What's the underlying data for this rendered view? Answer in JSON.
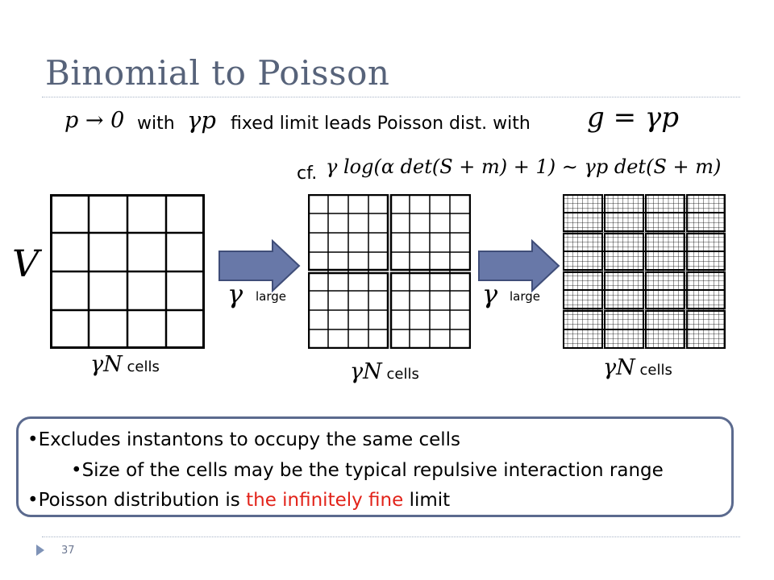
{
  "slide": {
    "title": "Binomial to Poisson",
    "page_number": "37"
  },
  "formula_line": {
    "math1": "p → 0",
    "with1": "with",
    "math2": "γp",
    "text": "fixed limit leads Poisson dist. with",
    "math3": "g = γp"
  },
  "cf_line": {
    "label": "cf.",
    "math": "γ log(α det(S + m) + 1) ∼ γp det(S + m)"
  },
  "figure": {
    "volume_symbol": "V",
    "gamma_symbol": "γ",
    "large_label": "large",
    "cells_math": "γN",
    "cells_word": "cells"
  },
  "bullets": {
    "item1": "Excludes instantons to occupy the same cells",
    "item2": "Size of the cells may be the typical repulsive interaction range",
    "item3_prefix": "Poisson distribution is ",
    "item3_highlight": "the infinitely fine",
    "item3_suffix": " limit"
  },
  "colors": {
    "title": "#57637a",
    "arrow_fill": "#6878a8",
    "box_border": "#5b6a8e",
    "highlight": "#e2231a"
  }
}
